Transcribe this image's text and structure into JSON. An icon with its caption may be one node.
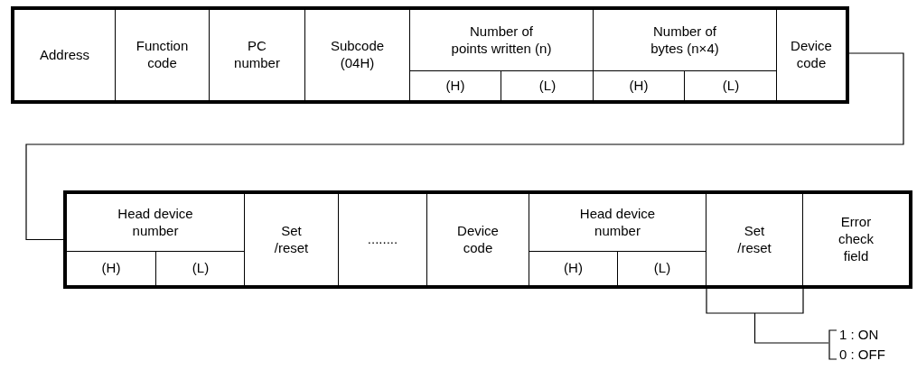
{
  "diagram": {
    "nodes": [
      {
        "text": [],
        "shape": "box"
      },
      {
        "text": [
          "Address"
        ],
        "in": 0
      },
      {
        "text": [
          "Function code"
        ],
        "in": 0
      },
      {
        "text": [
          "PC number"
        ],
        "in": 0
      },
      {
        "text": [
          "Subcode (04H)"
        ],
        "in": 0
      },
      {
        "text": [
          "Number of points written (n)"
        ],
        "in": 0
      },
      {
        "text": [
          "(H)"
        ],
        "in": 5
      },
      {
        "text": [
          "(L)"
        ],
        "in": 5
      },
      {
        "text": [
          "Number of bytes (n×4)"
        ],
        "in": 0
      },
      {
        "text": [
          "(H)"
        ],
        "in": 8
      },
      {
        "text": [
          "(L)"
        ],
        "in": 8
      },
      {
        "text": [
          "Device code"
        ],
        "in": 0
      },
      {
        "text": [],
        "shape": "box"
      },
      {
        "text": [
          "Head device number"
        ],
        "in": 12
      },
      {
        "text": [
          "(H)"
        ],
        "in": 13
      },
      {
        "text": [
          "(L)"
        ],
        "in": 13
      },
      {
        "text": [
          "Set /reset"
        ],
        "in": 12
      },
      {
        "text": [
          "........"
        ],
        "in": 12
      },
      {
        "text": [
          "Device code"
        ],
        "in": 12
      },
      {
        "text": [
          "Head device number"
        ],
        "in": 12
      },
      {
        "text": [
          "(H)"
        ],
        "in": 19
      },
      {
        "text": [
          "(L)"
        ],
        "in": 19
      },
      {
        "text": [
          "Set /reset"
        ],
        "in": 12
      },
      {
        "text": [
          "Error check field"
        ],
        "in": 12
      },
      {
        "text": [
          "1 : ON",
          "0 : OFF"
        ]
      }
    ],
    "edges": [
      {
        "from": 0,
        "to": 12,
        "arrow": "none"
      },
      {
        "from": 22,
        "to": 24,
        "arrow": "none"
      }
    ]
  }
}
